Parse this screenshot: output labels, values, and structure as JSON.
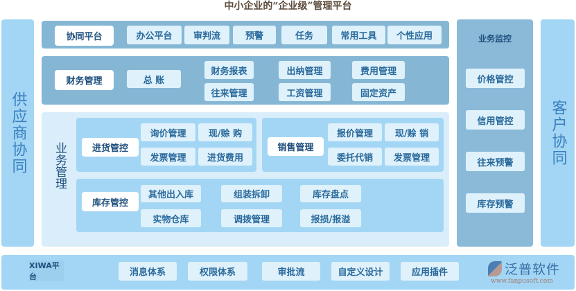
{
  "title": "中小企业的“企业级”管理平台",
  "left_column": "供应商协同",
  "right_column": "客户协同",
  "collab": {
    "label": "协同平台",
    "items": [
      "办公平台",
      "审判流",
      "预警",
      "任务",
      "常用工具",
      "个性应用"
    ]
  },
  "finance": {
    "label": "财务管理",
    "items": [
      "总 账",
      "财务报表",
      "往来管理",
      "出纳管理",
      "工资管理",
      "费用管理",
      "固定资产"
    ]
  },
  "business": {
    "label": "业务管理",
    "purchase": {
      "label": "进货管控",
      "items": [
        "询价管理",
        "现/赊 购",
        "发票管理",
        "进货费用"
      ]
    },
    "sales": {
      "label": "销售管理",
      "items": [
        "报价管理",
        "现/赊 销",
        "委托代销",
        "发票管理"
      ]
    },
    "inventory": {
      "label": "库存管控",
      "items": [
        "其他出入库",
        "组装拆卸",
        "库存盘点",
        "实物仓库",
        "调拨管理",
        "报损/报溢"
      ]
    }
  },
  "monitor": {
    "label": "业务监控",
    "items": [
      "价格管控",
      "信用管控",
      "往来预警",
      "库存预警"
    ]
  },
  "platform": {
    "label": "XIWA平台",
    "items": [
      "消息体系",
      "权限体系",
      "审批流",
      "自定义设计",
      "应用插件"
    ]
  },
  "logo": {
    "name": "泛普软件",
    "url": "www.fanpusoft.com"
  }
}
